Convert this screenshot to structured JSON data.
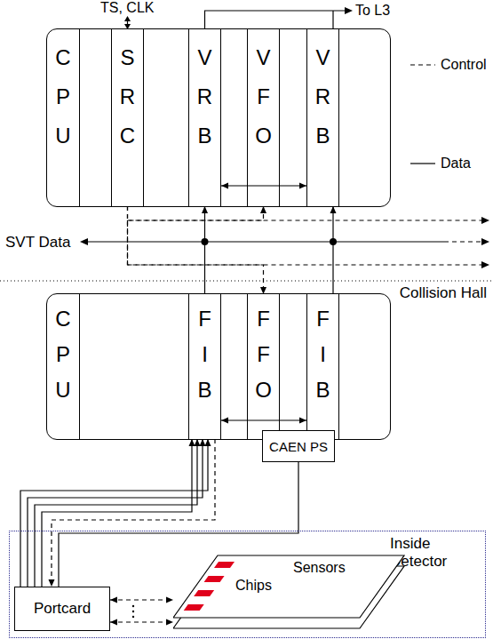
{
  "diagram": {
    "nodes": [
      {
        "text": []
      },
      {
        "text": [
          "CPU"
        ],
        "in": 0
      },
      {
        "text": [
          "SRC"
        ],
        "in": 0
      },
      {
        "text": [
          "VRB"
        ],
        "in": 0
      },
      {
        "text": [
          "VFO"
        ],
        "in": 0
      },
      {
        "text": [
          "VRB"
        ],
        "in": 0
      },
      {
        "text": []
      },
      {
        "text": [
          "CPU"
        ],
        "in": 6
      },
      {
        "text": [
          "FIB"
        ],
        "in": 6
      },
      {
        "text": [
          "FFO"
        ],
        "in": 6
      },
      {
        "text": [
          "FIB"
        ],
        "in": 6
      },
      {
        "text": [
          "CAEN PS"
        ]
      },
      {
        "text": [
          "Inside Detector"
        ]
      },
      {
        "text": [
          "Portcard"
        ],
        "in": 12
      },
      {
        "text": [
          "Sensors",
          "Chips"
        ],
        "in": 12
      }
    ],
    "edges": [
      {
        "from": 3,
        "to": 5,
        "arrow": "both"
      },
      {
        "from": 8,
        "to": 10,
        "arrow": "both"
      },
      {
        "from": 8,
        "to": 3,
        "arrow": "to"
      },
      {
        "from": 10,
        "to": 5,
        "arrow": "to"
      },
      {
        "from": 2,
        "to": 4,
        "arrow": "to"
      },
      {
        "from": 2,
        "to": 9,
        "arrow": "to"
      },
      {
        "from": 13,
        "to": 8,
        "arrow": "to"
      },
      {
        "from": 8,
        "to": 13,
        "arrow": "to"
      },
      {
        "from": 11,
        "to": 13,
        "arrow": "none"
      },
      {
        "from": 13,
        "to": 14,
        "arrow": "both"
      },
      {
        "from": 13,
        "to": 14,
        "arrow": "both"
      }
    ],
    "labels": [
      "TS, CLK",
      "To L3",
      "SVT Data",
      "Collision Hall"
    ],
    "legend": [
      {
        "text": "Control"
      },
      {
        "text": "Data"
      }
    ]
  }
}
